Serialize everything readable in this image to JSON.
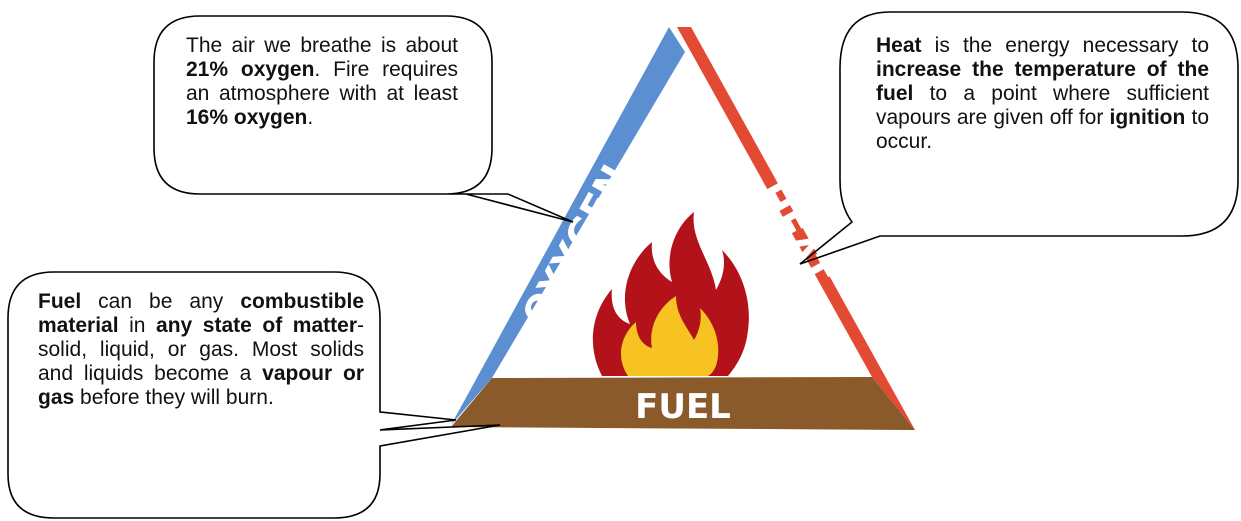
{
  "diagram": {
    "sides": {
      "oxygen": {
        "label": "OXYGEN",
        "color": "#5b8fd1"
      },
      "heat": {
        "label": "HEAT",
        "color": "#e34a33"
      },
      "fuel": {
        "label": "FUEL",
        "color": "#8b5a2b"
      }
    },
    "flame_colors": {
      "outer": "#b3121a",
      "inner": "#f6c323"
    }
  },
  "callouts": {
    "oxygen": {
      "p1": "The air we breathe is about ",
      "b1": "21% oxygen",
      "p2": ". Fire requires an atmosphere with at least ",
      "b2": "16% oxygen",
      "p3": "."
    },
    "heat": {
      "b1": "Heat",
      "p1": " is the energy necessary to ",
      "b2": "increase the temperature of the fuel",
      "p2": " to a point where sufficient vapours are given off for ",
      "b3": "ignition",
      "p3": " to occur."
    },
    "fuel": {
      "b1": "Fuel",
      "p1": " can be any ",
      "b2": "combustible material",
      "p2": " in ",
      "b3": "any state of matter",
      "p3": "-solid, liquid, or gas. Most solids and liquids become a ",
      "b4": "vapour or gas",
      "p4": " before they will burn."
    }
  }
}
